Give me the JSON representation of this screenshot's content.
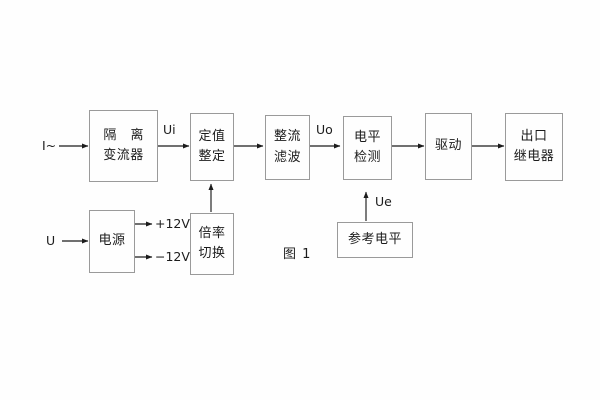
{
  "figure": {
    "caption": "图 1",
    "line_color": "#9a9a9a",
    "text_color": "#1c1c1c",
    "background": "#fefefe"
  },
  "inputs": {
    "current": "I~",
    "voltage": "U"
  },
  "signals": {
    "ui": "Ui",
    "uo": "Uo",
    "ue": "Ue",
    "plus12": "+12V",
    "minus12": "−12V"
  },
  "blocks": {
    "isolation": {
      "line1": "隔 离",
      "line2": "变流器"
    },
    "setting": {
      "line1": "定值",
      "line2": "整定"
    },
    "rectifier": {
      "line1": "整流",
      "line2": "滤波"
    },
    "level": {
      "line1": "电平",
      "line2": "检测"
    },
    "driver": {
      "line1": "驱动"
    },
    "output": {
      "line1": "出口",
      "line2": "继电器"
    },
    "power": {
      "line1": "电源"
    },
    "multiplier": {
      "line1": "倍率",
      "line2": "切换"
    },
    "reference": {
      "line1": "参考电平"
    }
  }
}
